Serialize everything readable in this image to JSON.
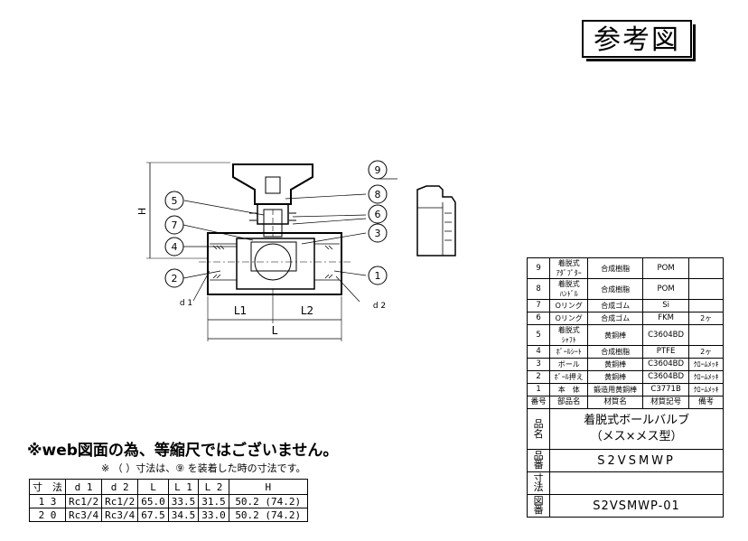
{
  "title": "参考図",
  "note_main": "※web図面の為、等縮尺ではございません。",
  "note_sub": "※ （ ）寸法は、⑨ を装着した時の寸法です。",
  "dim_table": {
    "headers": [
      "寸　法",
      "d 1",
      "d 2",
      "L",
      "L 1",
      "L 2",
      "H"
    ],
    "rows": [
      [
        "1 3",
        "Rc1/2",
        "Rc1/2",
        "65.0",
        "33.5",
        "31.5",
        "50.2 (74.2)"
      ],
      [
        "2 0",
        "Rc3/4",
        "Rc3/4",
        "67.5",
        "34.5",
        "33.0",
        "50.2 (74.2)"
      ]
    ]
  },
  "drawing": {
    "dim_labels": {
      "H": "H",
      "L1": "L1",
      "L2": "L2",
      "L": "L",
      "d1": "d 1",
      "d2": "d 2"
    },
    "balloons": [
      "1",
      "2",
      "3",
      "4",
      "5",
      "6",
      "7",
      "8",
      "9"
    ]
  },
  "parts": [
    {
      "no": "9",
      "name": "着脱式\nｱﾀﾞﾌﾟﾀｰ",
      "material": "合成樹脂",
      "code": "POM",
      "note": ""
    },
    {
      "no": "8",
      "name": "着脱式\nﾊﾝﾄﾞﾙ",
      "material": "合成樹脂",
      "code": "POM",
      "note": ""
    },
    {
      "no": "7",
      "name": "Oリング",
      "material": "合成ゴム",
      "code": "Si",
      "note": ""
    },
    {
      "no": "6",
      "name": "Oリング",
      "material": "合成ゴム",
      "code": "FKM",
      "note": "2ヶ"
    },
    {
      "no": "5",
      "name": "着脱式\nｼｬﾌﾄ",
      "material": "黄銅棒",
      "code": "C3604BD",
      "note": ""
    },
    {
      "no": "4",
      "name": "ﾎﾞｰﾙｼｰﾄ",
      "material": "合成樹脂",
      "code": "PTFE",
      "note": "2ヶ"
    },
    {
      "no": "3",
      "name": "ボール",
      "material": "黄銅棒",
      "code": "C3604BD",
      "note": "ｸﾛｰﾑﾒｯｷ"
    },
    {
      "no": "2",
      "name": "ﾎﾞｰﾙ押え",
      "material": "黄銅棒",
      "code": "C3604BD",
      "note": "ｸﾛｰﾑﾒｯｷ"
    },
    {
      "no": "1",
      "name": "本　体",
      "material": "鍛造用黄銅棒",
      "code": "C3771B",
      "note": "ｸﾛｰﾑﾒｯｷ"
    }
  ],
  "parts_header": {
    "no": "番号",
    "name": "部品名",
    "material": "材質名",
    "code": "材質記号",
    "note": "備考"
  },
  "info": {
    "hinmei_label": "品\n名",
    "hinmei": "着脱式ボールバルブ\n（メス×メス型）",
    "hinban_label": "品\n番",
    "hinban": "S2VSMWP",
    "sunpo_label": "寸\n法",
    "sunpo": "",
    "zuban_label": "図\n番",
    "zuban": "S2VSMWP-01"
  }
}
